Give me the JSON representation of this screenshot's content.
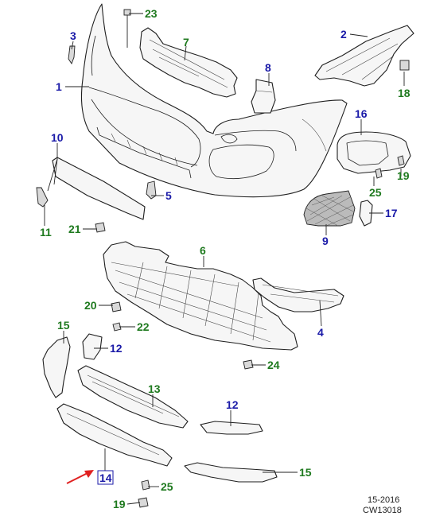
{
  "callouts": {
    "c1": "1",
    "c2": "2",
    "c3": "3",
    "c4": "4",
    "c5": "5",
    "c6": "6",
    "c7": "7",
    "c8": "8",
    "c9": "9",
    "c10": "10",
    "c11": "11",
    "c12a": "12",
    "c12b": "12",
    "c13": "13",
    "c14": "14",
    "c15a": "15",
    "c15b": "15",
    "c16": "16",
    "c17": "17",
    "c18": "18",
    "c19a": "19",
    "c19b": "19",
    "c20": "20",
    "c21": "21",
    "c22": "22",
    "c23": "23",
    "c24": "24",
    "c25a": "25",
    "c25b": "25"
  },
  "colors": {
    "blue_label": "#1a1aa8",
    "green_label": "#1f7a1f",
    "arrow": "#e02020"
  },
  "footer": {
    "line1": "15-2016",
    "line2": "CW13018"
  }
}
